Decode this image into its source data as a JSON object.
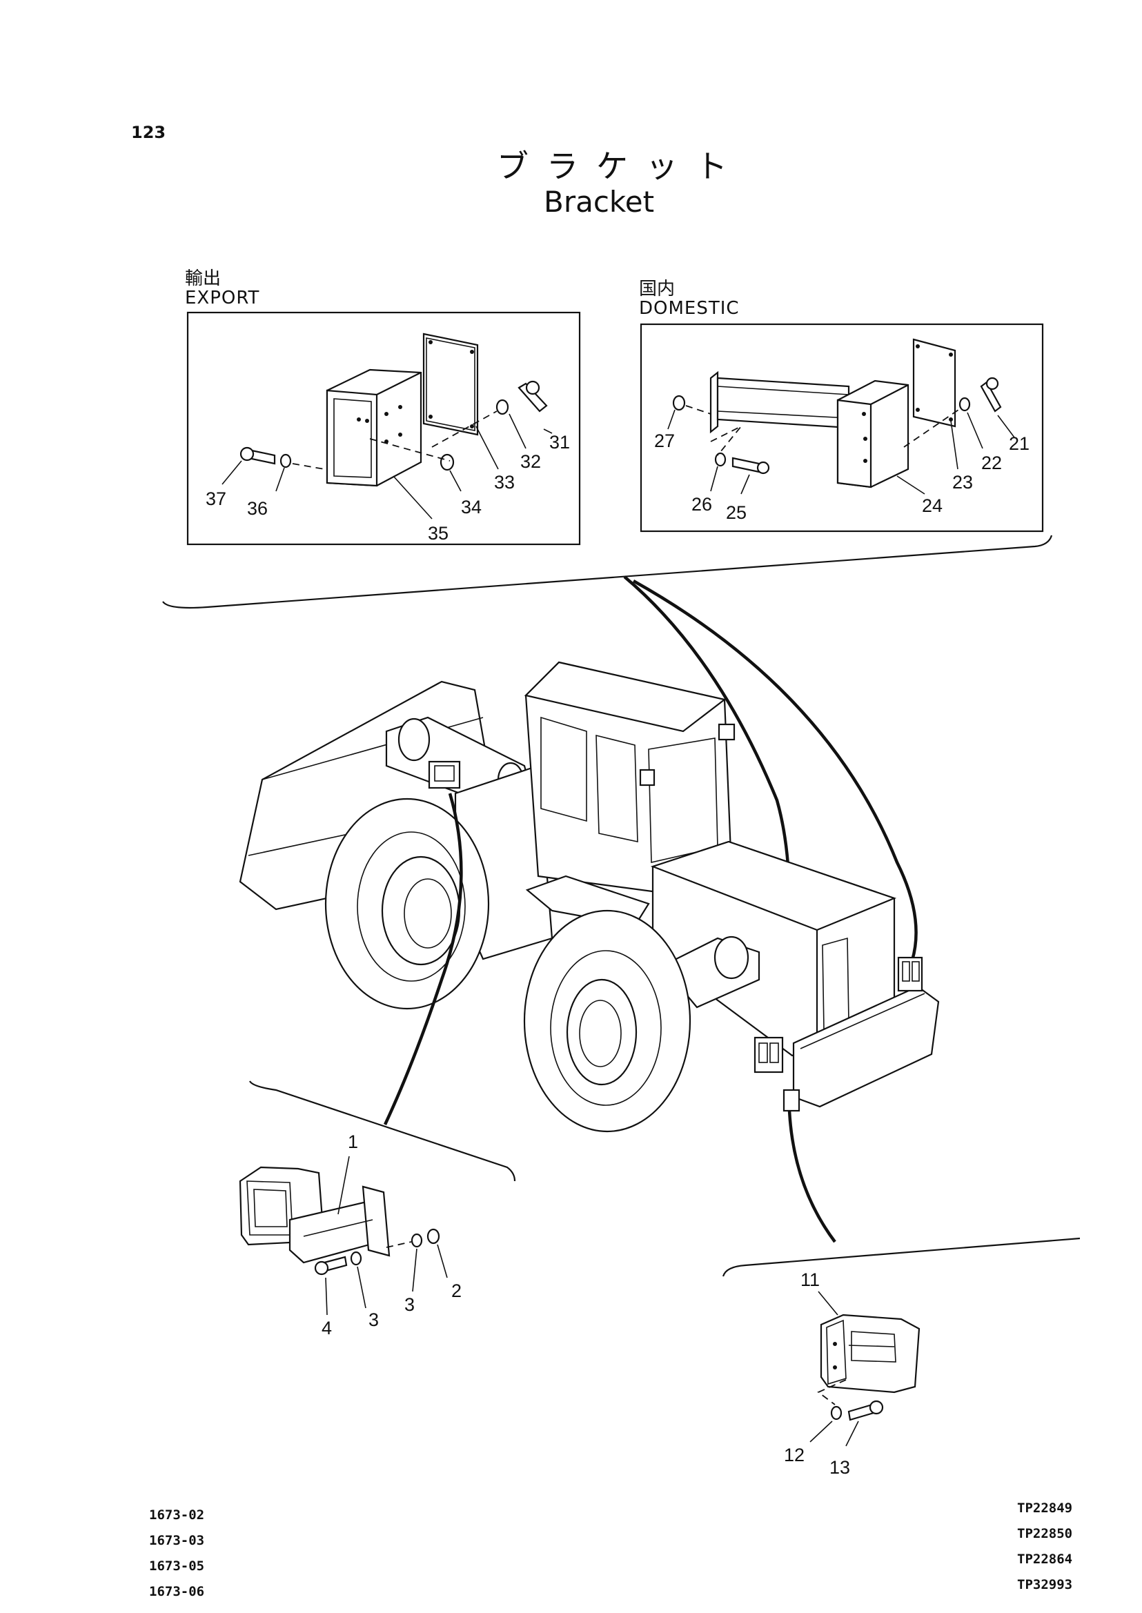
{
  "page": {
    "number": "123",
    "title_jp": "ブラケット",
    "title_en": "Bracket"
  },
  "panels": {
    "export": {
      "label_jp": "輸出",
      "label_en": "EXPORT"
    },
    "domestic": {
      "label_jp": "国内",
      "label_en": "DOMESTIC"
    }
  },
  "callouts": {
    "export": [
      "31",
      "32",
      "33",
      "34",
      "35",
      "36",
      "37"
    ],
    "domestic": [
      "21",
      "22",
      "23",
      "24",
      "25",
      "26",
      "27"
    ],
    "front_bracket": [
      "1",
      "2",
      "3",
      "3",
      "4"
    ],
    "rear_bracket": [
      "11",
      "12",
      "13"
    ]
  },
  "footer": {
    "left_codes": [
      "1673-02",
      "1673-03",
      "1673-05",
      "1673-06"
    ],
    "right_codes": [
      "TP22849",
      "TP22850",
      "TP22864",
      "TP32993"
    ]
  }
}
